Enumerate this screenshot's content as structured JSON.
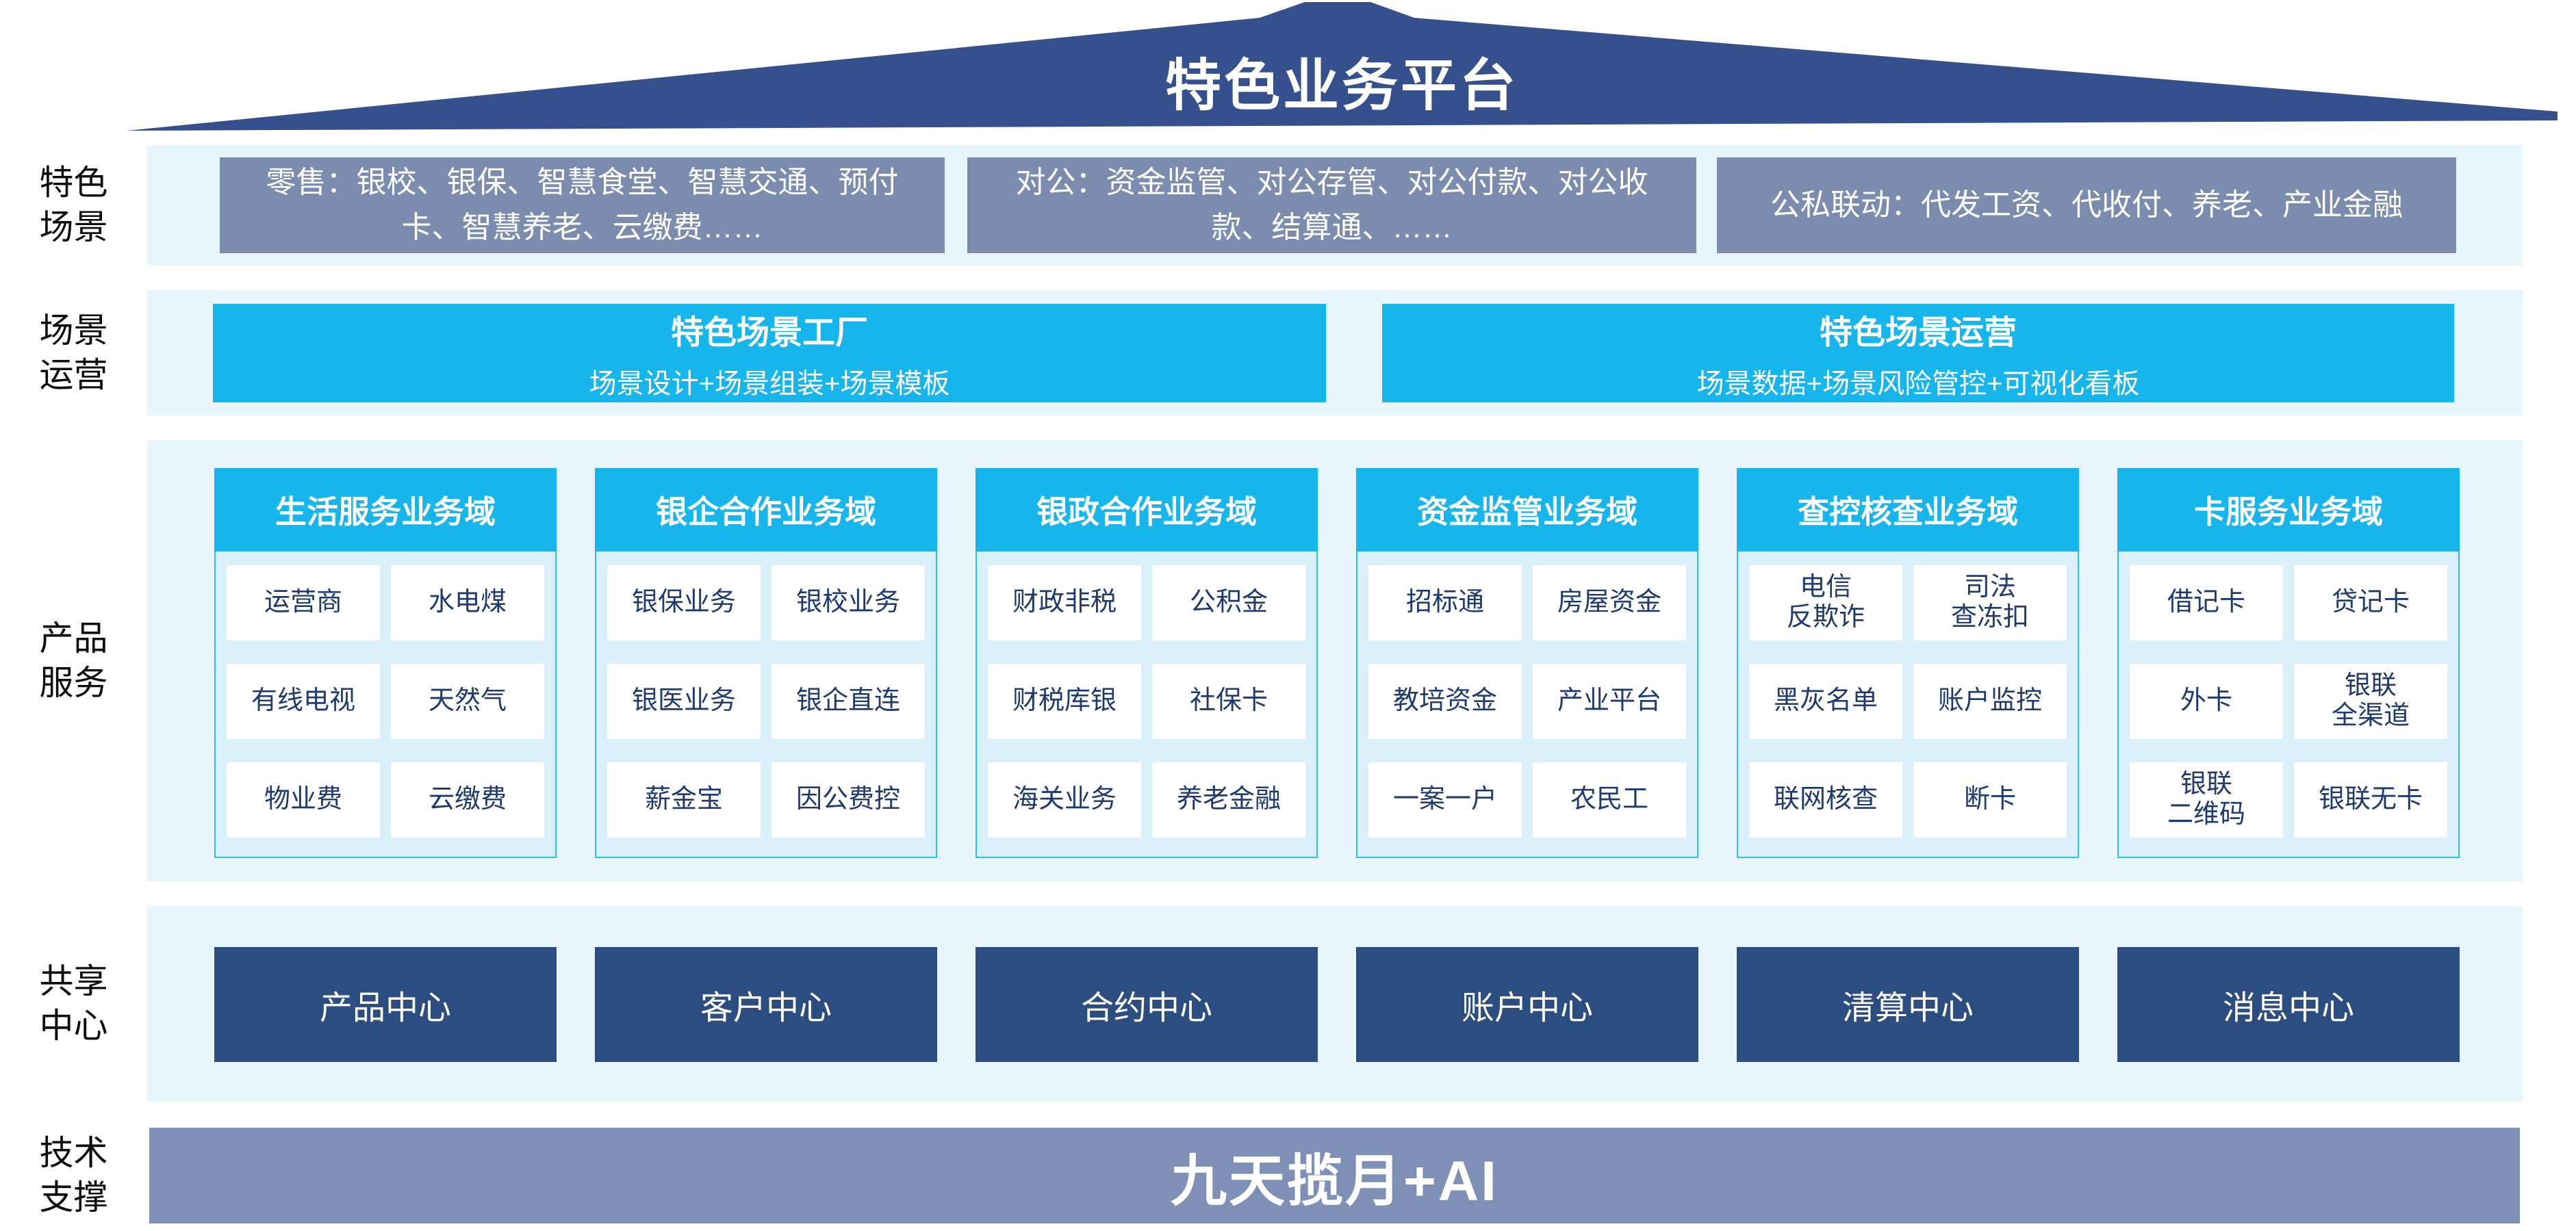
{
  "roof": {
    "title": "特色业务平台"
  },
  "side_labels": {
    "scenes": "特色\n场景",
    "operations": "场景\n运营",
    "products": "产品\n服务",
    "centers": "共享\n中心",
    "tech": "技术\n支撑"
  },
  "scenario_row": {
    "boxes": [
      "零售：银校、银保、智慧食堂、智慧交通、预付卡、智慧养老、云缴费……",
      "对公：资金监管、对公存管、对公付款、对公收款、结算通、……",
      "公私联动：代发工资、代收付、养老、产业金融"
    ]
  },
  "operation_row": {
    "boxes": [
      {
        "title": "特色场景工厂",
        "subtitle": "场景设计+场景组装+场景模板"
      },
      {
        "title": "特色场景运营",
        "subtitle": "场景数据+场景风险管控+可视化看板"
      }
    ]
  },
  "product_domains": [
    {
      "title": "生活服务业务域",
      "cells": [
        "运营商",
        "水电煤",
        "有线电视",
        "天然气",
        "物业费",
        "云缴费"
      ]
    },
    {
      "title": "银企合作业务域",
      "cells": [
        "银保业务",
        "银校业务",
        "银医业务",
        "银企直连",
        "薪金宝",
        "因公费控"
      ]
    },
    {
      "title": "银政合作业务域",
      "cells": [
        "财政非税",
        "公积金",
        "财税库银",
        "社保卡",
        "海关业务",
        "养老金融"
      ]
    },
    {
      "title": "资金监管业务域",
      "cells": [
        "招标通",
        "房屋资金",
        "教培资金",
        "产业平台",
        "一案一户",
        "农民工"
      ]
    },
    {
      "title": "查控核查业务域",
      "cells": [
        "电信\n反欺诈",
        "司法\n查冻扣",
        "黑灰名单",
        "账户监控",
        "联网核查",
        "断卡"
      ]
    },
    {
      "title": "卡服务业务域",
      "cells": [
        "借记卡",
        "贷记卡",
        "外卡",
        "银联\n全渠道",
        "银联\n二维码",
        "银联无卡"
      ]
    }
  ],
  "shared_centers": [
    "产品中心",
    "客户中心",
    "合约中心",
    "账户中心",
    "清算中心",
    "消息中心"
  ],
  "tech_support": {
    "label": "九天揽月+AI"
  },
  "colors": {
    "roof_navy": "#35508C",
    "scene_gray": "#7C8CAE",
    "accent_cyan": "#16B5EC",
    "band_light_blue": "#E7F5FD",
    "domain_body_blue": "#D9F0FB",
    "domain_border_cyan": "#2BC0EA",
    "center_navy": "#2C4D7F",
    "tech_gray_blue": "#7E90B5",
    "cell_text_navy": "#1E3A6E"
  }
}
